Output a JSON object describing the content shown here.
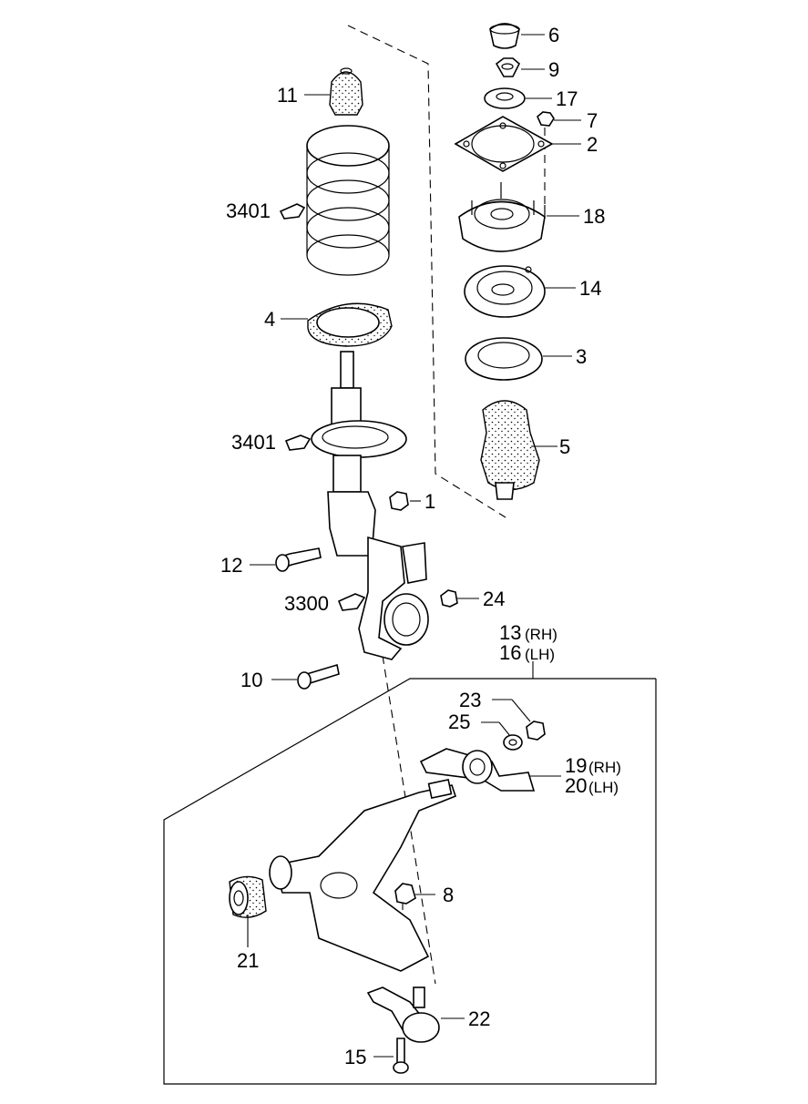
{
  "callouts": {
    "c6": "6",
    "c9": "9",
    "c17": "17",
    "c7": "7",
    "c2": "2",
    "c18": "18",
    "c14": "14",
    "c3": "3",
    "c5": "5",
    "c11": "11",
    "c3401a": "3401",
    "c4": "4",
    "c3401b": "3401",
    "c1": "1",
    "c12": "12",
    "c3300": "3300",
    "c24": "24",
    "c13": "13",
    "c13s": "(RH)",
    "c16": "16",
    "c16s": "(LH)",
    "c10": "10",
    "c23": "23",
    "c25": "25",
    "c19": "19",
    "c19s": "(RH)",
    "c20": "20",
    "c20s": "(LH)",
    "c8": "8",
    "c21": "21",
    "c22": "22",
    "c15": "15"
  }
}
